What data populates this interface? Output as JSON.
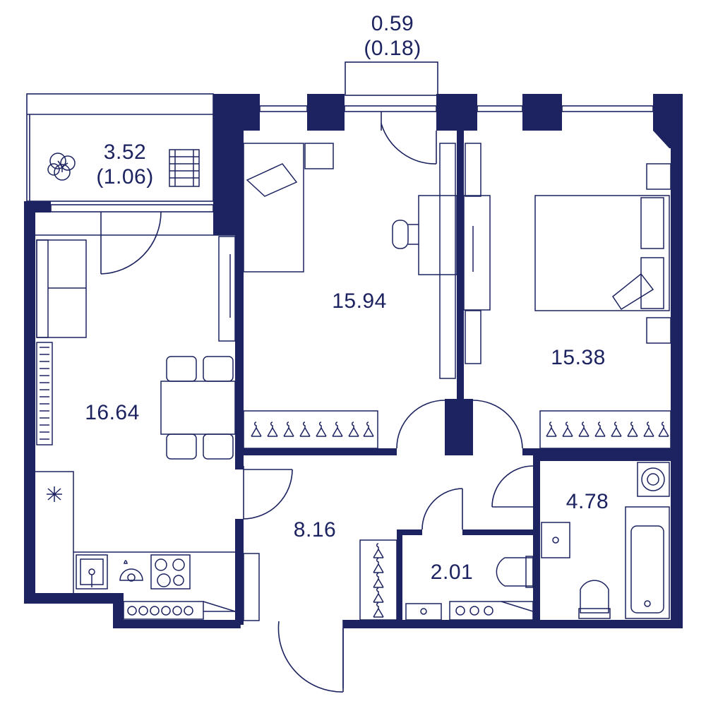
{
  "colors": {
    "wall": "#1c2360",
    "line": "#1c2360",
    "background": "#ffffff"
  },
  "plan": {
    "balcony_small": {
      "area": "0.59",
      "area_reduced": "(0.18)"
    },
    "balcony_large": {
      "area": "3.52",
      "area_reduced": "(1.06)"
    },
    "living_kitchen": {
      "area": "16.64"
    },
    "bedroom_left": {
      "area": "15.94"
    },
    "bedroom_right": {
      "area": "15.38"
    },
    "hallway": {
      "area": "8.16"
    },
    "toilet": {
      "area": "2.01"
    },
    "bathroom": {
      "area": "4.78"
    }
  },
  "icons": [
    "plant-icon",
    "balcony-chair-icon",
    "sofa-icon",
    "dining-table-icon",
    "kitchen-sink-icon",
    "stove-icon",
    "single-bed-icon",
    "desk-icon",
    "double-bed-icon",
    "wardrobe-icon",
    "washing-machine-icon",
    "bathtub-icon",
    "toilet-icon",
    "radiator-icon",
    "door-icon"
  ]
}
